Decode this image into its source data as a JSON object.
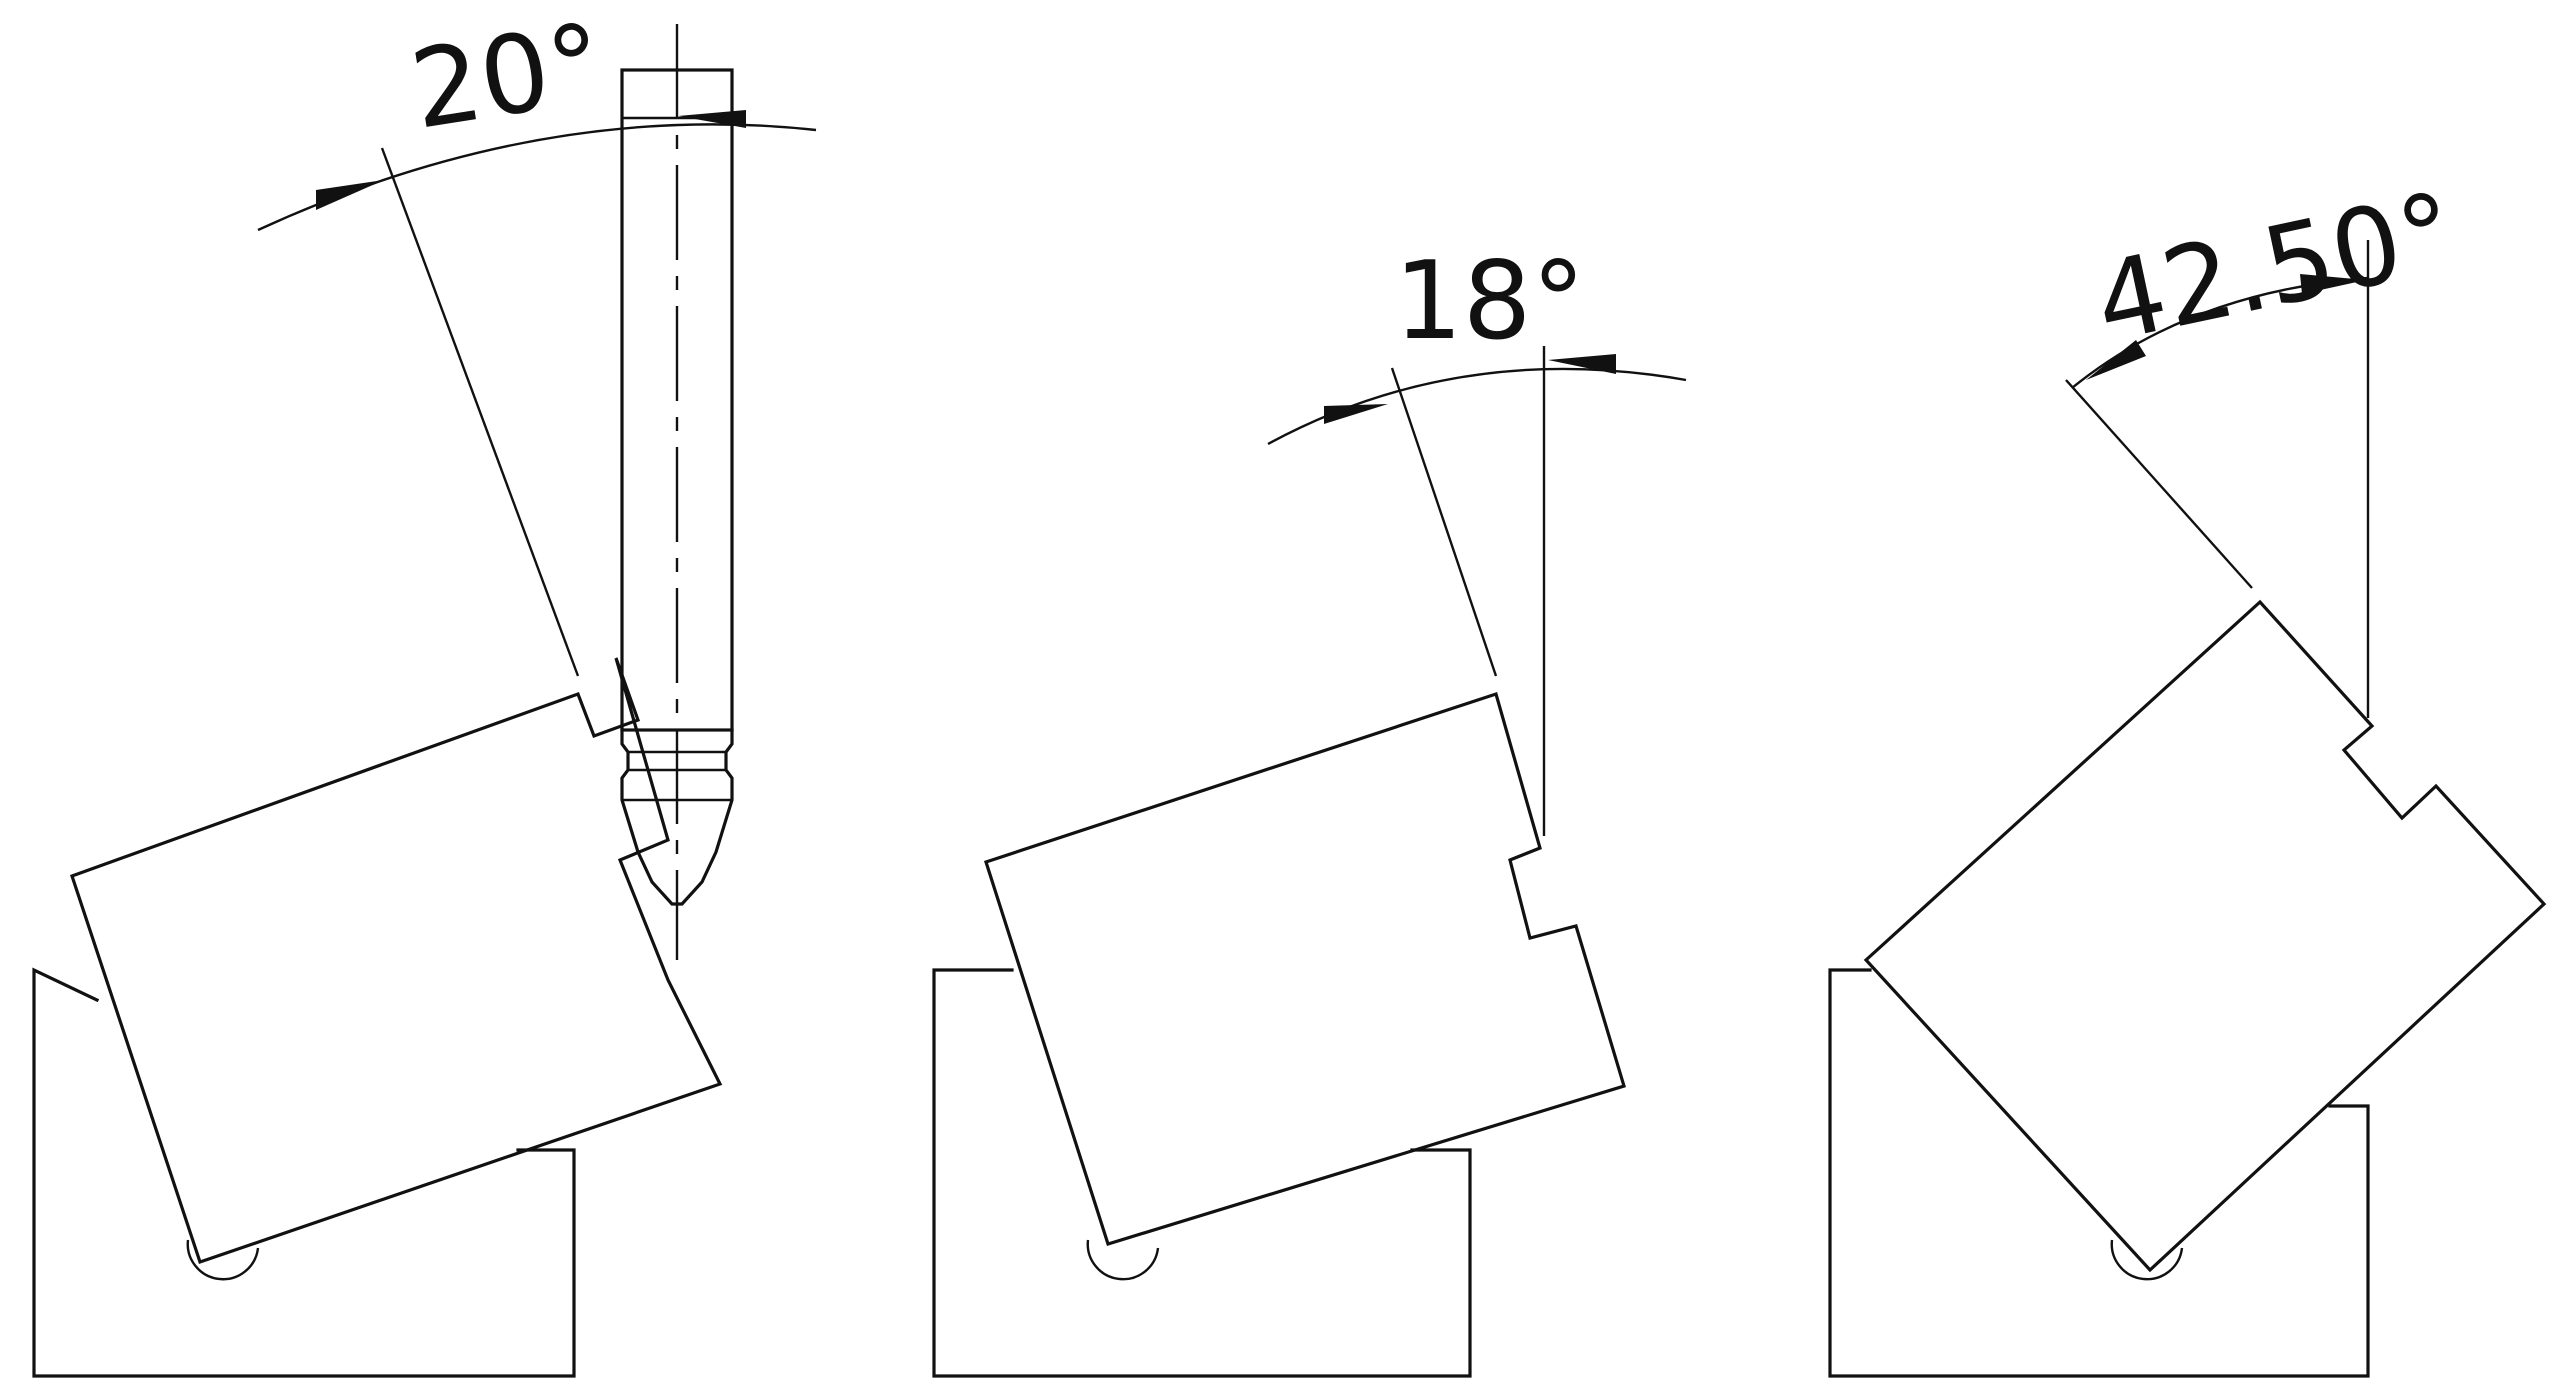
{
  "figure": {
    "views": [
      {
        "id": "view-1",
        "angle_label": "20°",
        "angle_deg": 20,
        "has_probe": true
      },
      {
        "id": "view-2",
        "angle_label": "18°",
        "angle_deg": 18,
        "has_probe": false
      },
      {
        "id": "view-3",
        "angle_label": "42.50°",
        "angle_deg": 42.5,
        "has_probe": false
      }
    ]
  }
}
